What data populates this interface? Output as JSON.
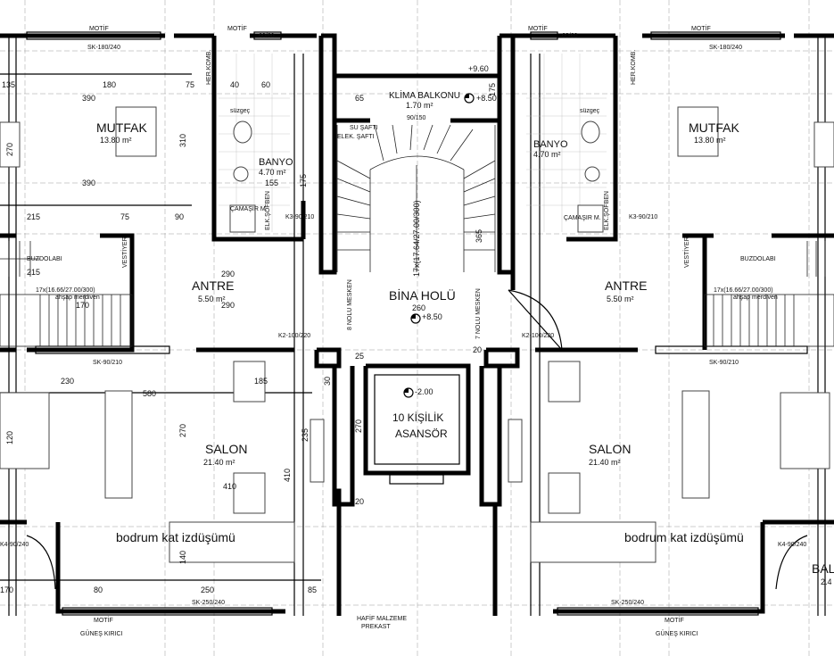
{
  "rooms": {
    "left": {
      "mutfak": {
        "name": "MUTFAK",
        "area": "13.80 m²"
      },
      "banyo": {
        "name": "BANYO",
        "area": "4.70 m²"
      },
      "antre": {
        "name": "ANTRE",
        "area": "5.50 m²"
      },
      "salon": {
        "name": "SALON",
        "area": "21.40 m²"
      },
      "basement_projection": "bodrum kat izdüşümü"
    },
    "right": {
      "mutfak": {
        "name": "MUTFAK",
        "area": "13.80 m²"
      },
      "banyo": {
        "name": "BANYO",
        "area": "4.70 m²"
      },
      "antre": {
        "name": "ANTRE",
        "area": "5.50 m²"
      },
      "salon": {
        "name": "SALON",
        "area": "21.40 m²"
      },
      "basement_projection": "bodrum kat izdüşümü",
      "cut_label": "BAL",
      "cut_area": "2.4"
    },
    "center": {
      "klima_balkonu": {
        "name": "KLİMA BALKONU",
        "area": "1.70 m²"
      },
      "bina_holu": "BİNA HOLÜ",
      "asansor": "10 KİŞİLİK ASANSÖR",
      "asansor_line1": "10 KİŞİLİK",
      "asansor_line2": "ASANSÖR",
      "elektrik": "ELEK. ŞAFTI",
      "su": "SU ŞAFTI"
    }
  },
  "labels": {
    "motif": "MOTİF",
    "gunes_kirici": "GÜNEŞ KIRICI",
    "buzdolabi": "BUZDOLABI",
    "vestiyer": "VESTİYER",
    "camasir": "ÇAMAŞIR M.",
    "elk_sofben": "ELK.ŞOFBEN",
    "suzgec": "süzgeç",
    "her_komb": "HER.KOMB.",
    "merdiven_left": "17x(16.66/27.00/300)",
    "merdiven_sub": "ahşap merdiven",
    "stair_main": "17x(17.64/27.00/300)",
    "mesken8": "8 NOLU MESKEN",
    "mesken7": "7 NOLU MESKEN",
    "hafif_malzeme": "HAFİF MALZEME",
    "prekast": "PREKAST"
  },
  "elevations": {
    "top": "+9.60",
    "balkon": "+8.50",
    "hol": "+8.50",
    "asansor": "-2.00"
  },
  "openings": {
    "sk_top": "SK-180/240",
    "k_6060": "60/60",
    "k2": "K2-100/220",
    "sk_mid": "SK-90/210",
    "k4": "K4-90/240",
    "sk_bottom": "SK-250/240",
    "k3": "K3-90/210",
    "k_90150": "90/150"
  },
  "dims": {
    "d390": "390",
    "d180": "180",
    "d75": "75",
    "d135": "135",
    "d310": "310",
    "d270": "270",
    "d215": "215",
    "d90": "90",
    "d40": "40",
    "d60": "60",
    "d155": "155",
    "d175": "175",
    "d290": "290",
    "d170": "170",
    "d230": "230",
    "d580": "580",
    "d185": "185",
    "d410": "410",
    "d235": "235",
    "d250": "250",
    "d80": "80",
    "d85": "85",
    "d140": "140",
    "d120": "120",
    "d365": "365",
    "d260": "260",
    "d20": "20",
    "d25": "25",
    "d65": "65",
    "d30": "30"
  },
  "colors": {
    "line": "#000000",
    "grid": "#9a9a9a",
    "background": "#ffffff"
  }
}
